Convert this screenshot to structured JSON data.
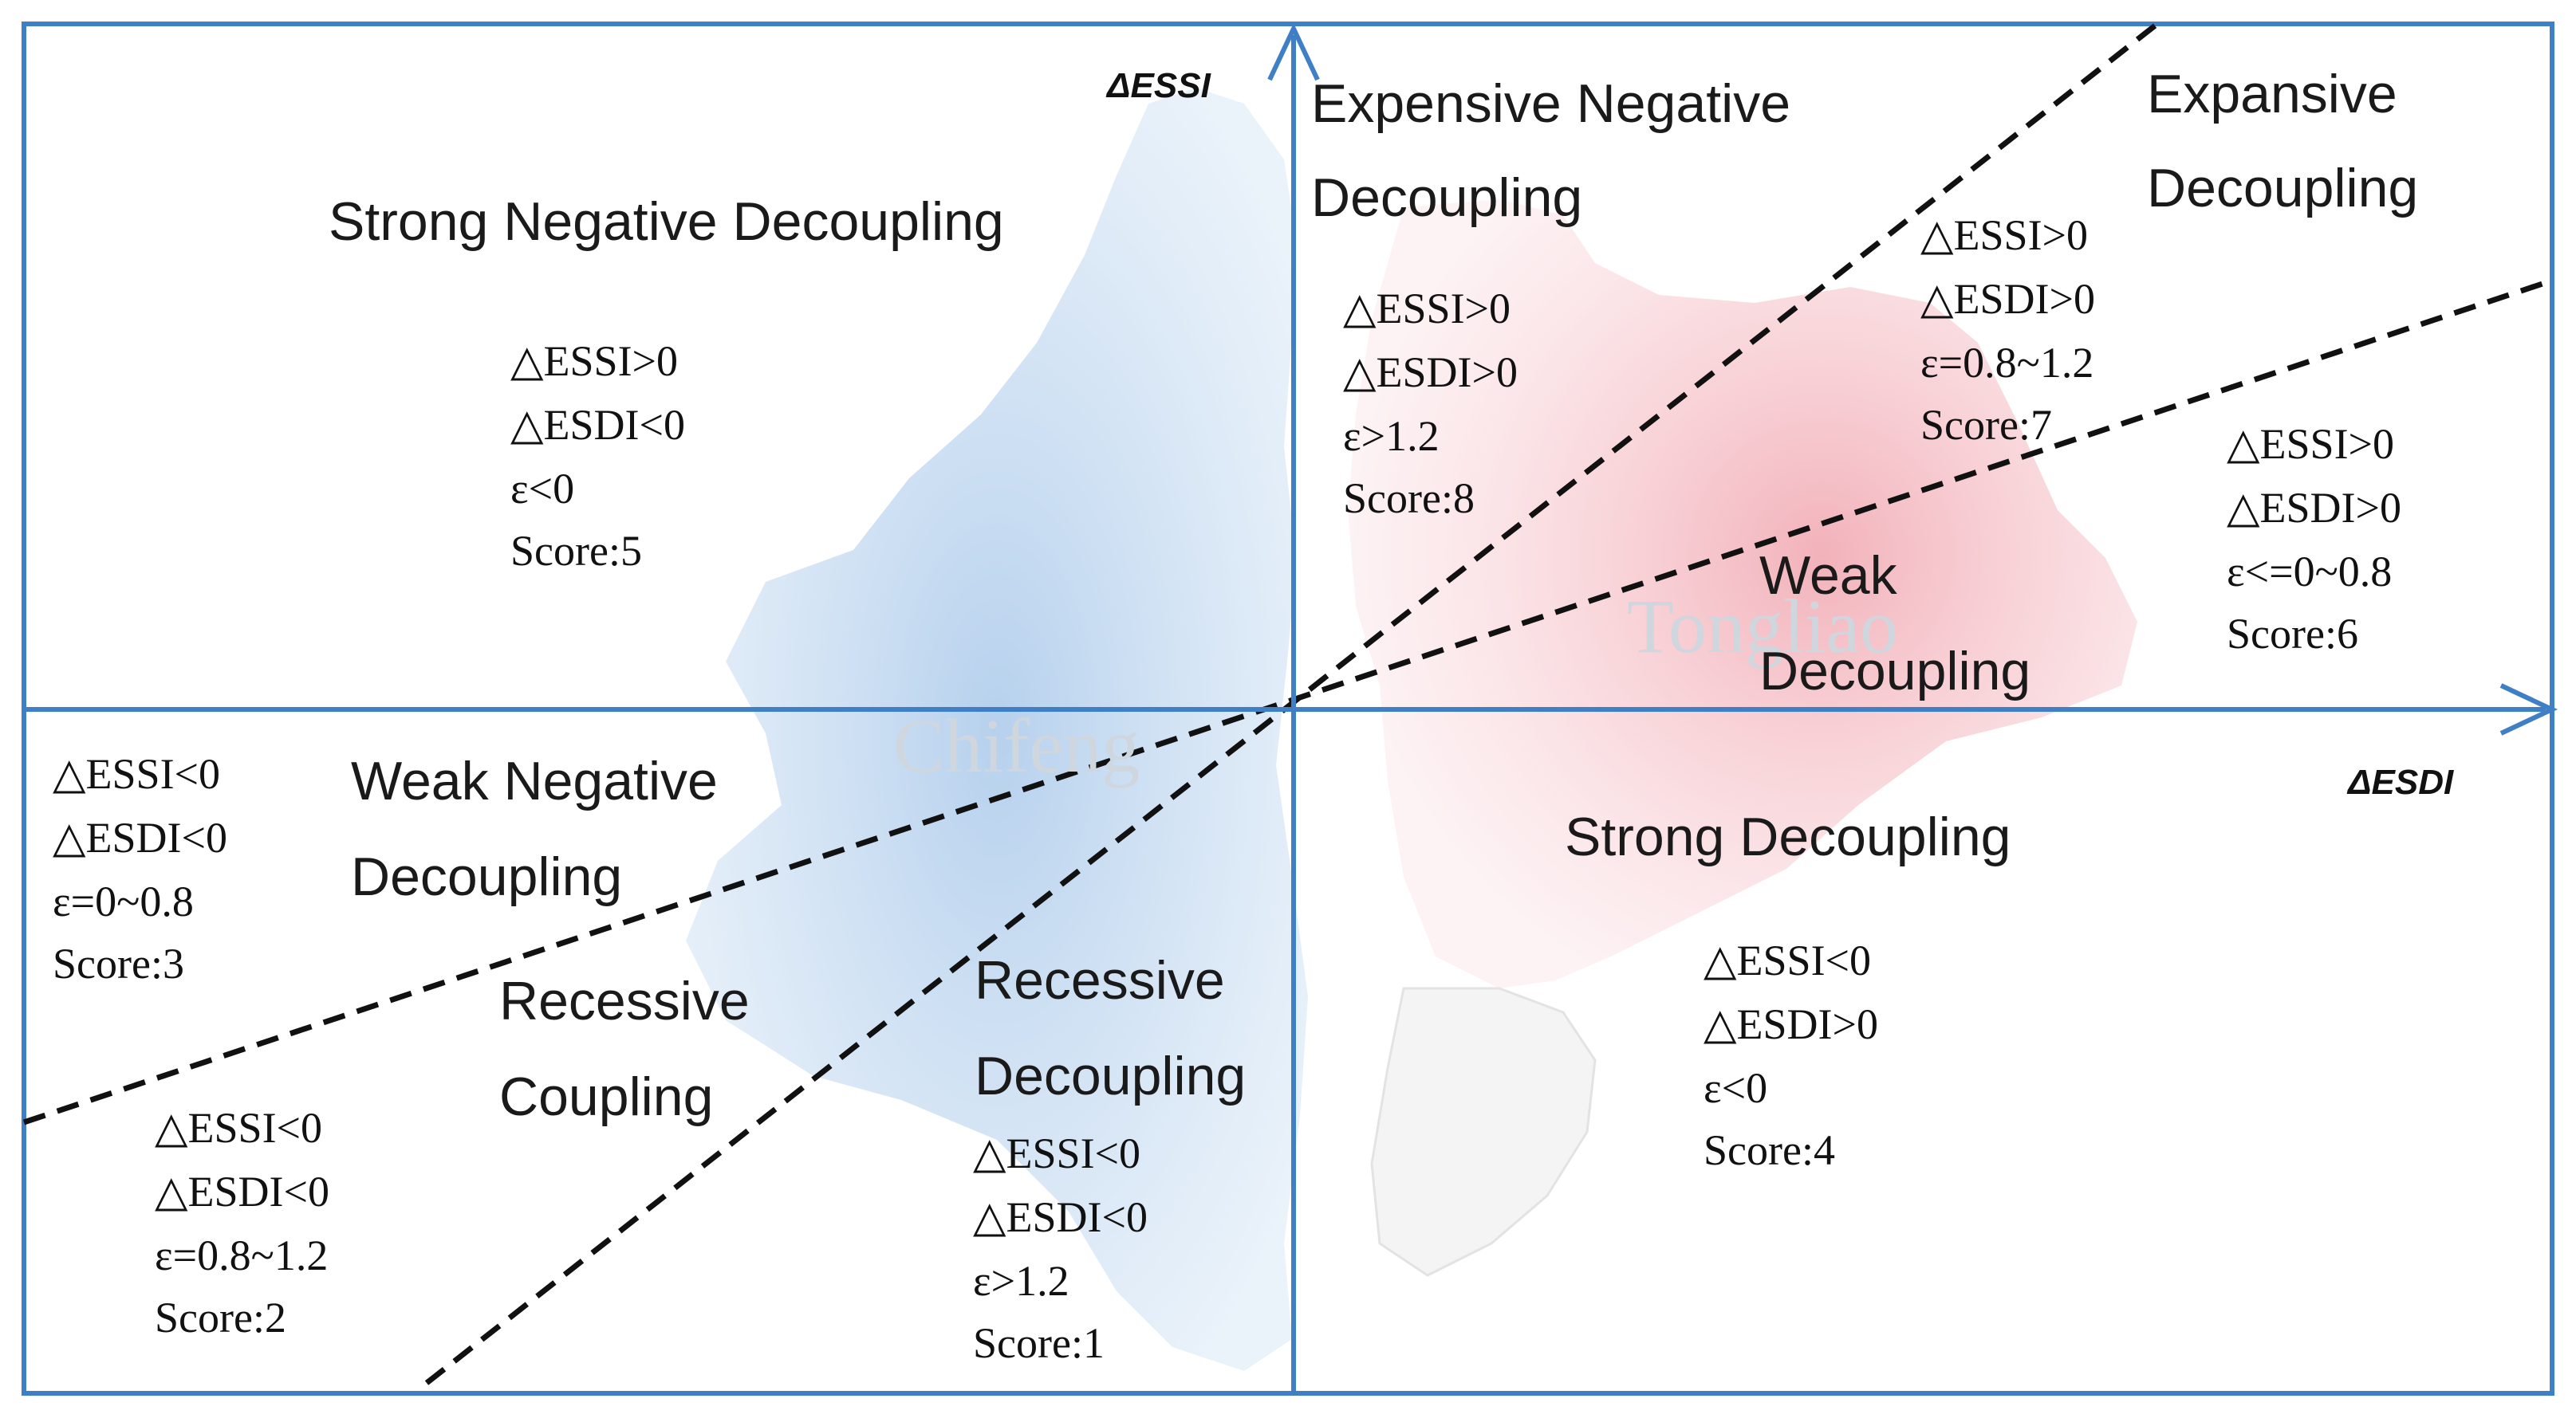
{
  "colors": {
    "frame": "#3f7fc6",
    "axes": "#3f7fc6",
    "dashed": "#111111",
    "map_left": "#b9d4ee",
    "map_right": "#f2b8c0"
  },
  "axes": {
    "y_label": "ΔESSI",
    "x_label": "ΔESDI"
  },
  "map_labels": {
    "left_city": "Chifeng",
    "right_city": "Tongliao"
  },
  "zones": {
    "strong_negative_decoupling": {
      "title_lines": [
        "Strong Negative Decoupling"
      ],
      "lines": [
        "△ESSI>0",
        "△ESDI<0",
        "ε<0",
        "Score:5"
      ]
    },
    "expensive_negative_decoupling": {
      "title_lines": [
        "Expensive Negative",
        "Decoupling"
      ],
      "lines": [
        "△ESSI>0",
        "△ESDI>0",
        "ε>1.2",
        "Score:8"
      ]
    },
    "expansive_decoupling": {
      "title_lines": [
        "Expansive",
        "Decoupling"
      ],
      "lines": [
        "△ESSI>0",
        "△ESDI>0",
        "ε=0.8~1.2",
        "Score:7"
      ]
    },
    "weak_decoupling": {
      "title_lines": [
        "Weak",
        "Decoupling"
      ],
      "lines": [
        "△ESSI>0",
        "△ESDI>0",
        "ε<=0~0.8",
        "Score:6"
      ]
    },
    "strong_decoupling": {
      "title_lines": [
        "Strong Decoupling"
      ],
      "lines": [
        "△ESSI<0",
        "△ESDI>0",
        "ε<0",
        "Score:4"
      ]
    },
    "weak_negative_decoupling": {
      "title_lines": [
        "Weak   Negative",
        "Decoupling"
      ],
      "lines": [
        "△ESSI<0",
        "△ESDI<0",
        "ε=0~0.8",
        "Score:3"
      ]
    },
    "recessive_coupling": {
      "title_lines": [
        "Recessive",
        "Coupling"
      ],
      "lines": [
        "△ESSI<0",
        "△ESDI<0",
        "ε=0.8~1.2",
        "Score:2"
      ]
    },
    "recessive_decoupling": {
      "title_lines": [
        "Recessive",
        "Decoupling"
      ],
      "lines": [
        "△ESSI<0",
        "△ESDI<0",
        "ε>1.2",
        "Score:1"
      ]
    }
  }
}
